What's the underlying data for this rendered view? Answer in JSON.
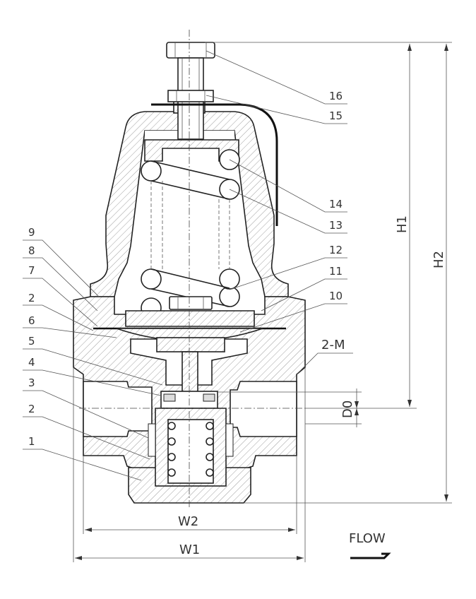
{
  "callouts_left": [
    "9",
    "8",
    "7",
    "2",
    "6",
    "5",
    "4",
    "3",
    "2",
    "1"
  ],
  "callouts_right": [
    "16",
    "15",
    "14",
    "13",
    "12",
    "11",
    "10"
  ],
  "dimensions": {
    "h1": "H1",
    "h2": "H2",
    "w1": "W1",
    "w2": "W2",
    "d0": "D0",
    "thread": "2-M"
  },
  "flow_label": "FLOW"
}
